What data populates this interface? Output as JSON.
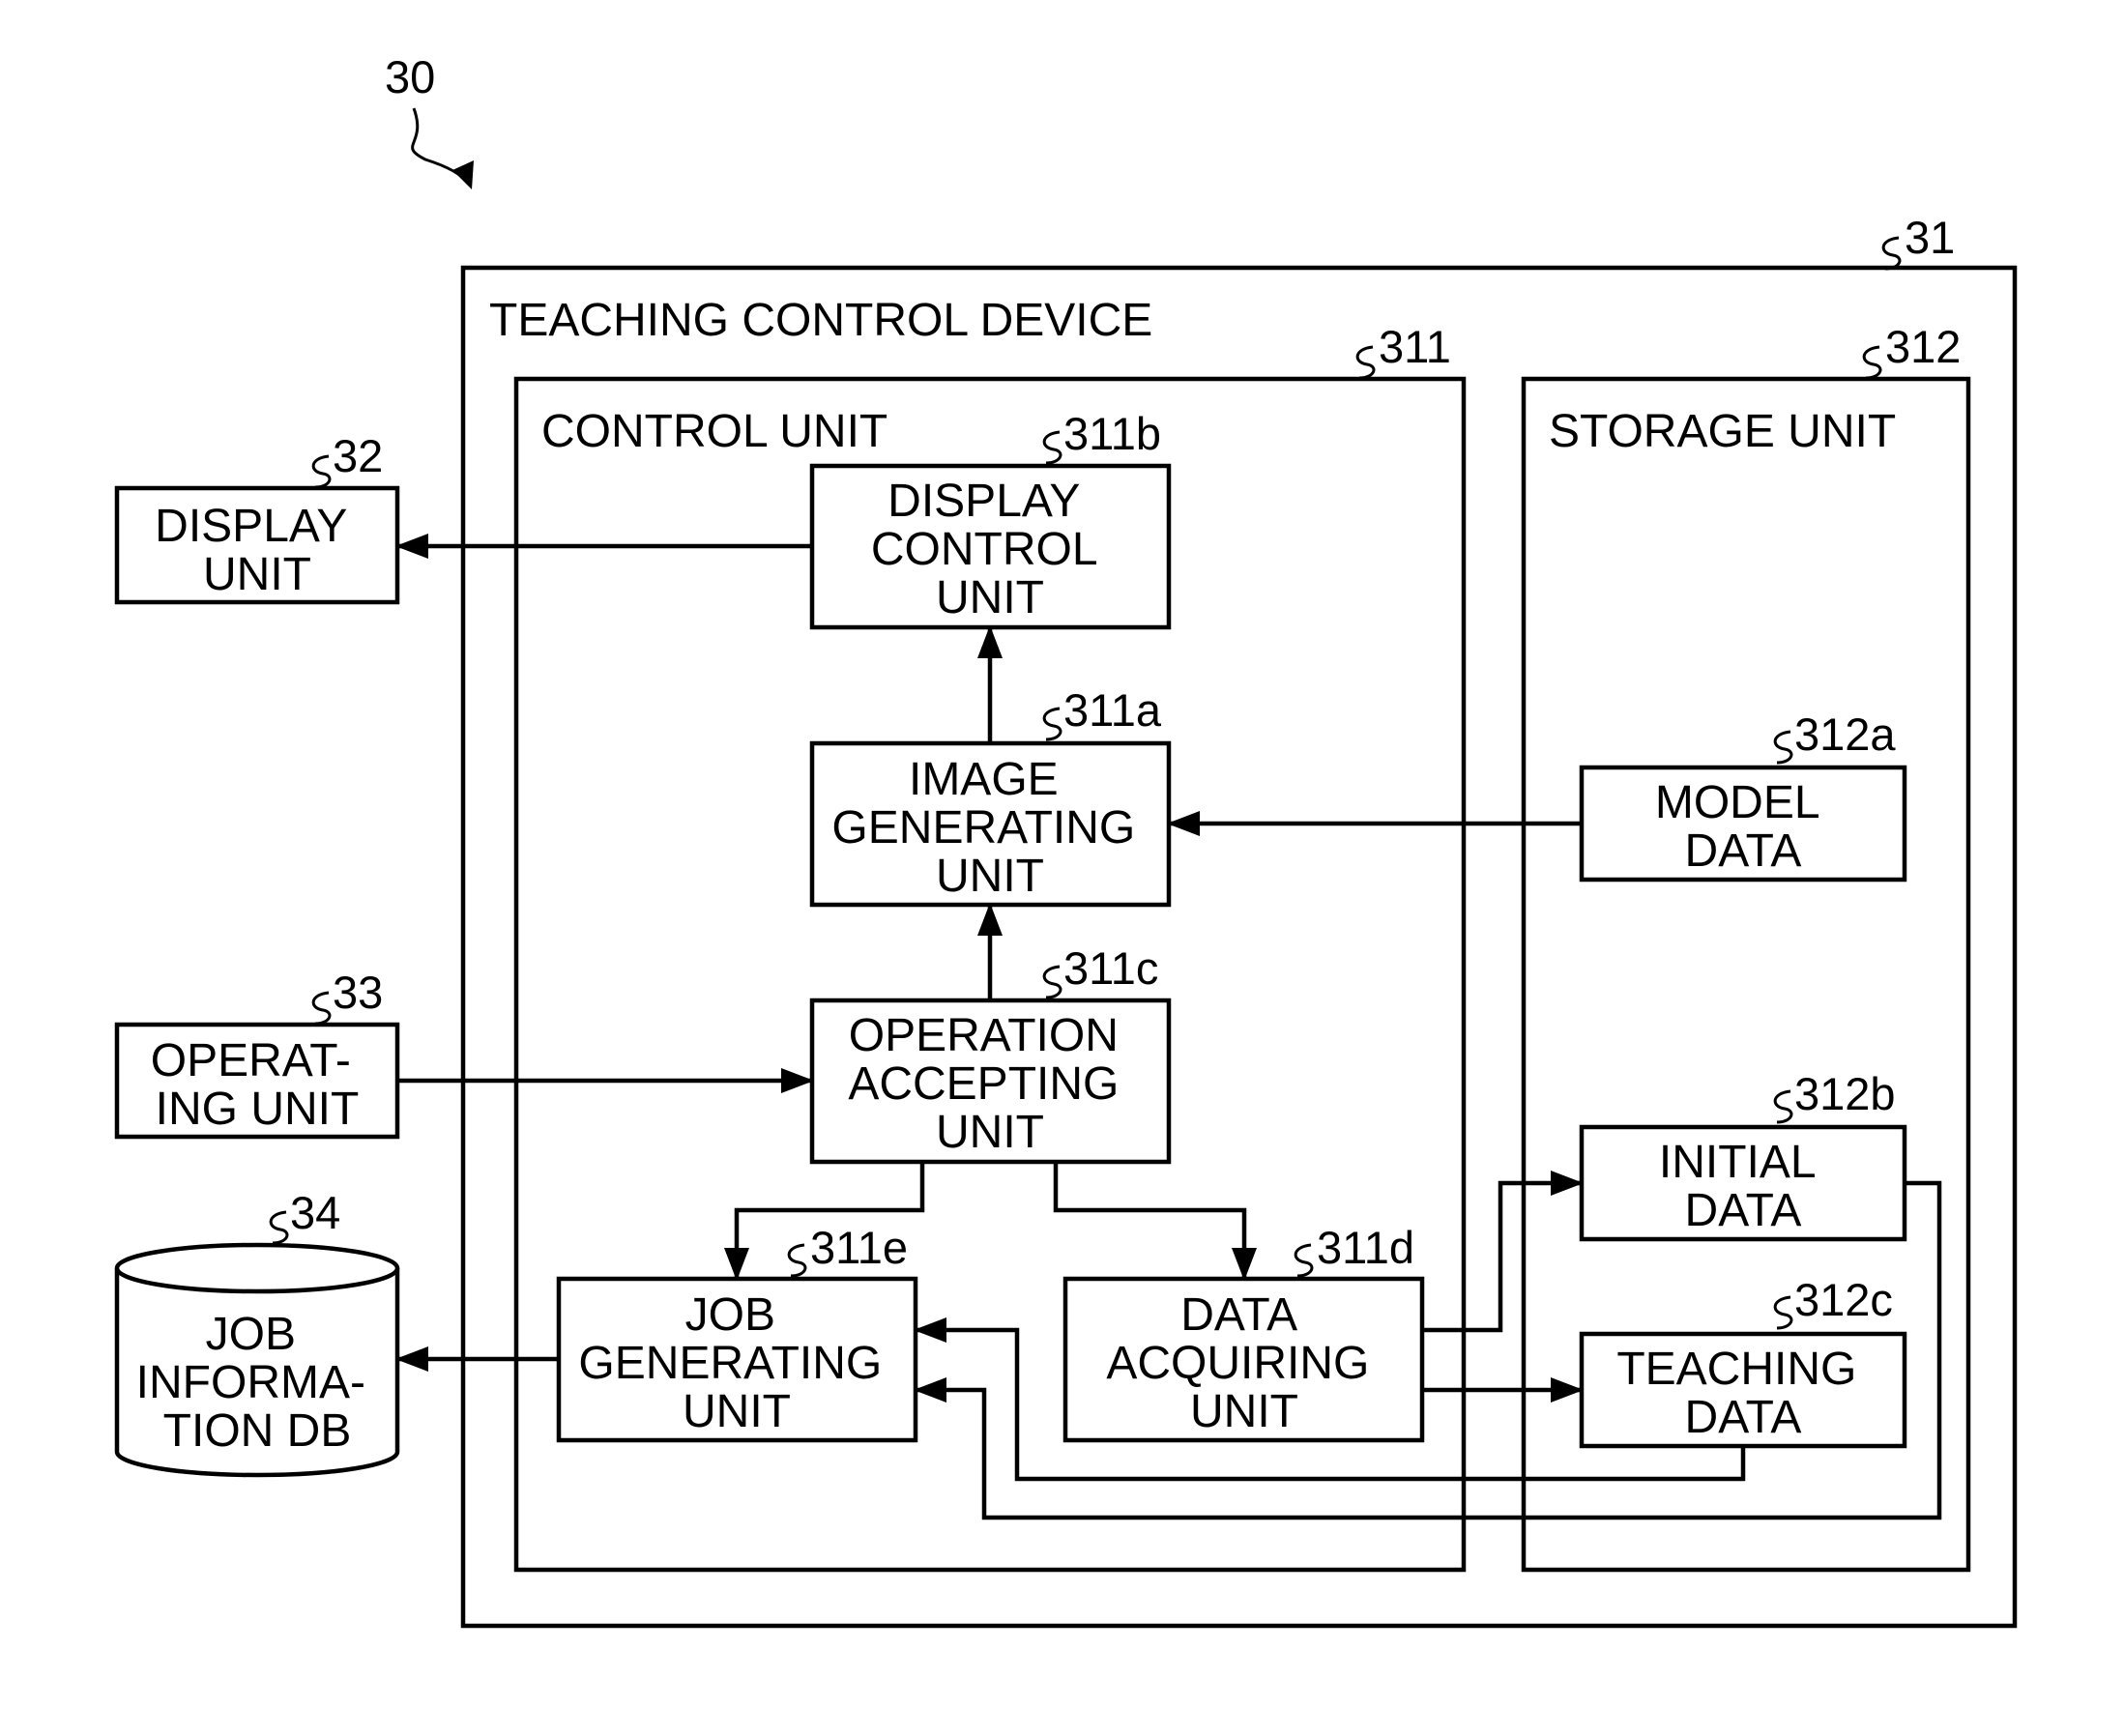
{
  "figure": {
    "ref": "30",
    "device": {
      "title": "TEACHING CONTROL DEVICE",
      "ref": "31"
    },
    "control_unit": {
      "title": "CONTROL UNIT",
      "ref": "311"
    },
    "storage_unit": {
      "title": "STORAGE UNIT",
      "ref": "312"
    },
    "display_unit": {
      "lines": [
        "DISPLAY",
        "UNIT"
      ],
      "ref": "32"
    },
    "operating_unit": {
      "lines": [
        "OPERAT-",
        "ING UNIT"
      ],
      "ref": "33"
    },
    "job_db": {
      "lines": [
        "JOB",
        "INFORMA-",
        "TION DB"
      ],
      "ref": "34"
    },
    "display_control_unit": {
      "lines": [
        "DISPLAY",
        "CONTROL",
        "UNIT"
      ],
      "ref": "311b"
    },
    "image_generating_unit": {
      "lines": [
        "IMAGE",
        "GENERATING",
        "UNIT"
      ],
      "ref": "311a"
    },
    "operation_accepting_unit": {
      "lines": [
        "OPERATION",
        "ACCEPTING",
        "UNIT"
      ],
      "ref": "311c"
    },
    "job_generating_unit": {
      "lines": [
        "JOB",
        "GENERATING",
        "UNIT"
      ],
      "ref": "311e"
    },
    "data_acquiring_unit": {
      "lines": [
        "DATA",
        "ACQUIRING",
        "UNIT"
      ],
      "ref": "311d"
    },
    "model_data": {
      "lines": [
        "MODEL",
        "DATA"
      ],
      "ref": "312a"
    },
    "initial_data": {
      "lines": [
        "INITIAL",
        "DATA"
      ],
      "ref": "312b"
    },
    "teaching_data": {
      "lines": [
        "TEACHING",
        "DATA"
      ],
      "ref": "312c"
    }
  }
}
